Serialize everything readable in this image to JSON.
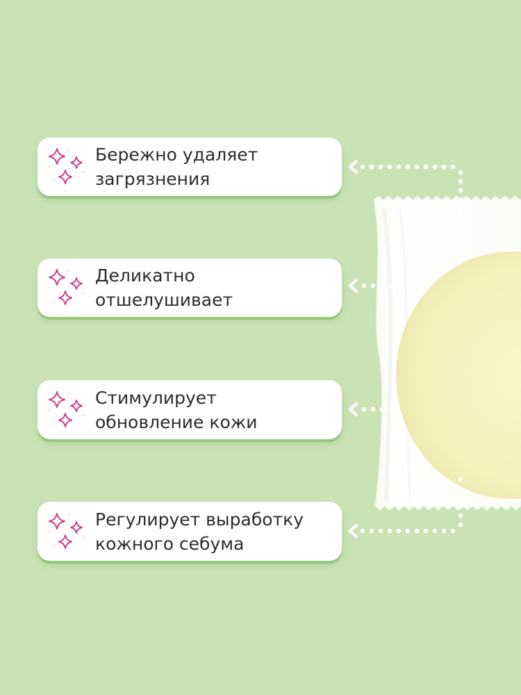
{
  "colors": {
    "background": "#c9e3b5",
    "card": "#ffffff",
    "card_shadow": "#93c97a",
    "text": "#2b2b2b",
    "sparkle": "#cf3e8e",
    "dots": "#ffffff",
    "product_disc": "#f6f1bd"
  },
  "benefits": [
    {
      "text": "Бережно удаляет\nзагрязнения",
      "icon": "sparkles-icon"
    },
    {
      "text": "Деликатно отшелушивает",
      "icon": "sparkles-icon"
    },
    {
      "text": "Стимулирует\nобновление кожи",
      "icon": "sparkles-icon"
    },
    {
      "text": "Регулирует выработку\nкожного себума",
      "icon": "sparkles-icon"
    }
  ]
}
